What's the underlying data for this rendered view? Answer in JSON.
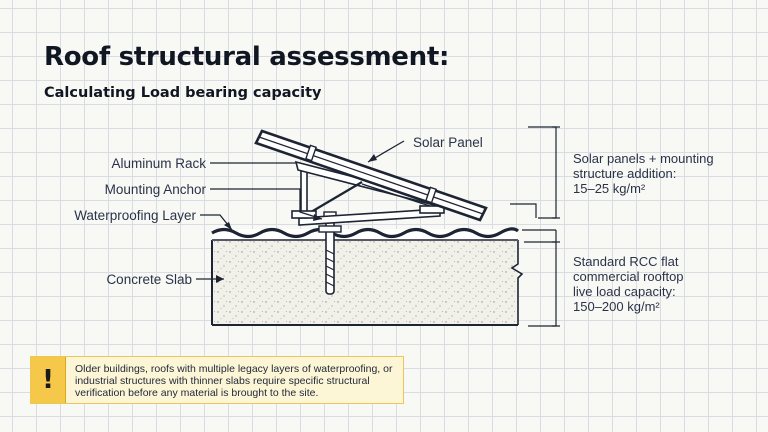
{
  "header": {
    "title": "Roof structural assessment:",
    "subtitle": "Calculating Load bearing capacity"
  },
  "labels": {
    "solar_panel": "Solar Panel",
    "aluminum_rack": "Aluminum Rack",
    "mounting_anchor": "Mounting Anchor",
    "waterproofing_layer": "Waterproofing Layer",
    "concrete_slab": "Concrete Slab"
  },
  "annotations": {
    "panel_load": [
      "Solar panels + mounting",
      "structure addition:",
      "15–25 kg/m²"
    ],
    "roof_capacity": [
      "Standard RCC flat",
      "commercial rooftop",
      "live load capacity:",
      "150–200 kg/m²"
    ]
  },
  "warning": {
    "icon": "exclamation-icon",
    "lines": [
      "Older buildings, roofs with multiple legacy layers of waterproofing, or",
      "industrial structures with thinner slabs require specific structural",
      "verification before any material is brought to the site."
    ]
  },
  "colors": {
    "line": "#1d2433",
    "slab_fill": "#f1f1ea",
    "warning_fill": "#fdf6d6",
    "warning_icon": "#f5c84a"
  }
}
